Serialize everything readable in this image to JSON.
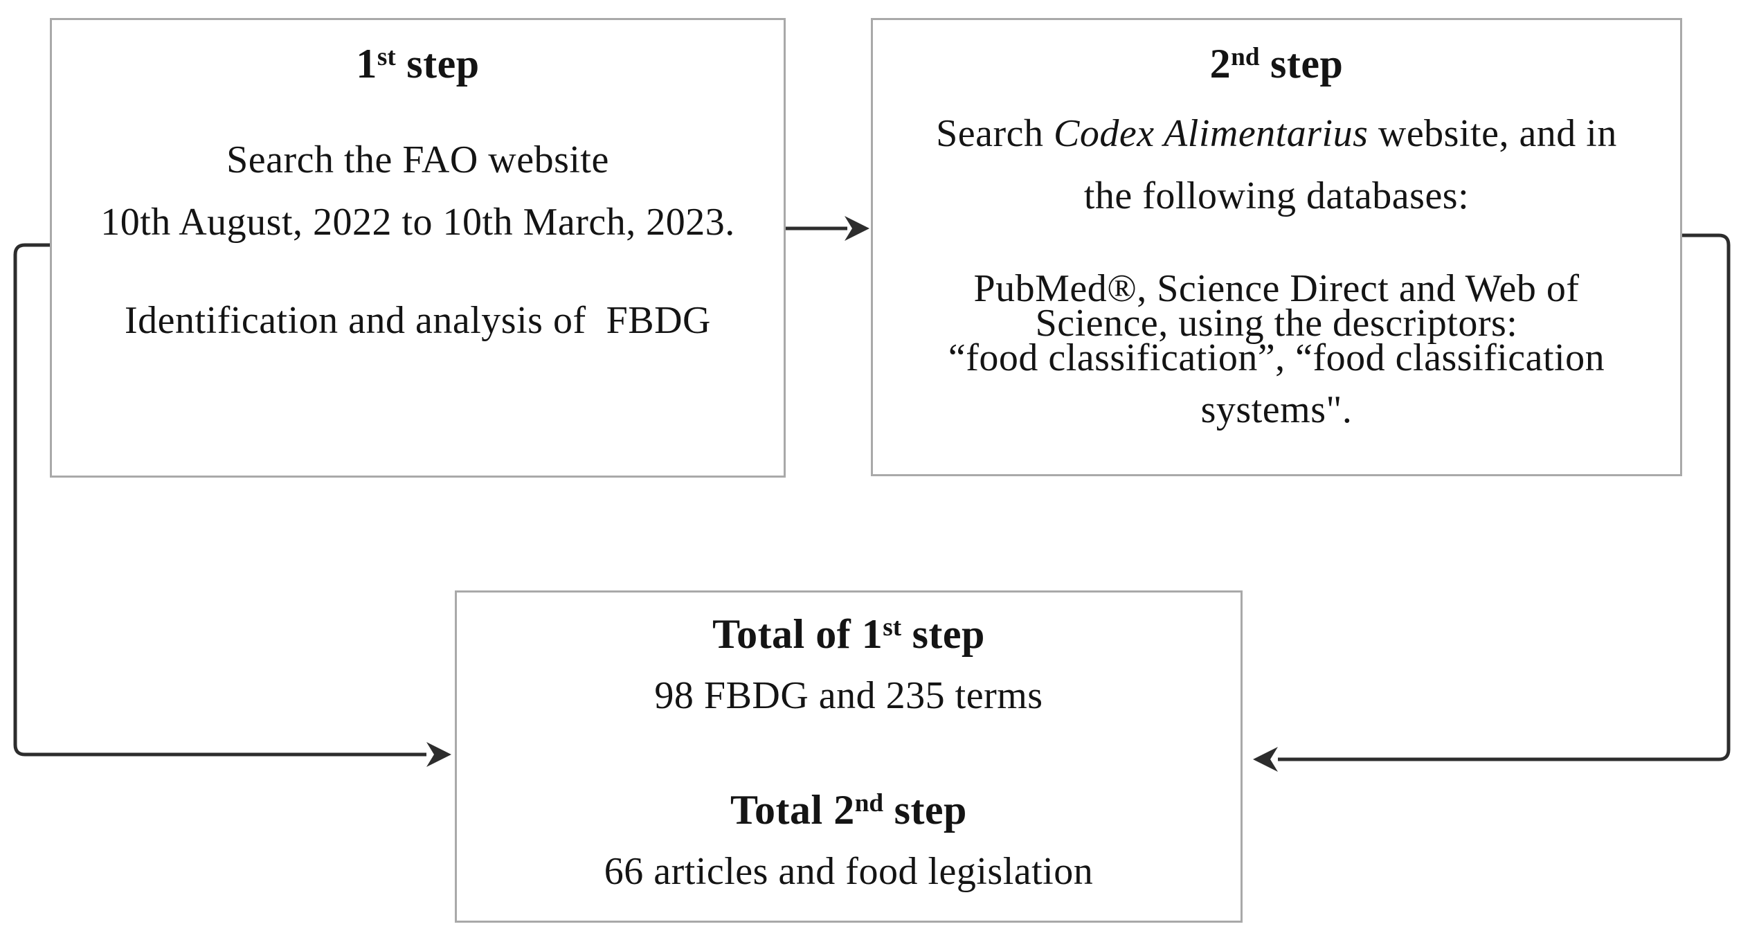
{
  "figure": {
    "box1": {
      "title": {
        "num": "1",
        "sup": "st",
        "rest": " step"
      },
      "para1_line1": "Search the FAO website",
      "para1_line2": "10th August, 2022 to 10th March, 2023.",
      "para2": "Identification and analysis of  FBDG"
    },
    "box2": {
      "title": {
        "num": "2",
        "sup": "nd",
        "rest": " step"
      },
      "line1_pre": "Search ",
      "line1_italic": "Codex Alimentarius",
      "line1_post": " website, and in",
      "line2": "the following databases:",
      "line3": "PubMed®, Science Direct and Web of",
      "line4": "Science, using the descriptors:",
      "line5": "“food classification”, “food classification",
      "line6": "systems\"."
    },
    "box3": {
      "title1": {
        "pre": "Total of ",
        "num": "1",
        "sup": "st",
        "rest": " step"
      },
      "line1": "98 FBDG and 235 terms",
      "title2": {
        "pre": "Total ",
        "num": "2",
        "sup": "nd",
        "rest": " step"
      },
      "line2": "66 articles and food legislation"
    },
    "colors": {
      "border": "#a9a9a9",
      "arrow": "#2d2d2d",
      "text": "#141414",
      "background": "#ffffff"
    }
  }
}
